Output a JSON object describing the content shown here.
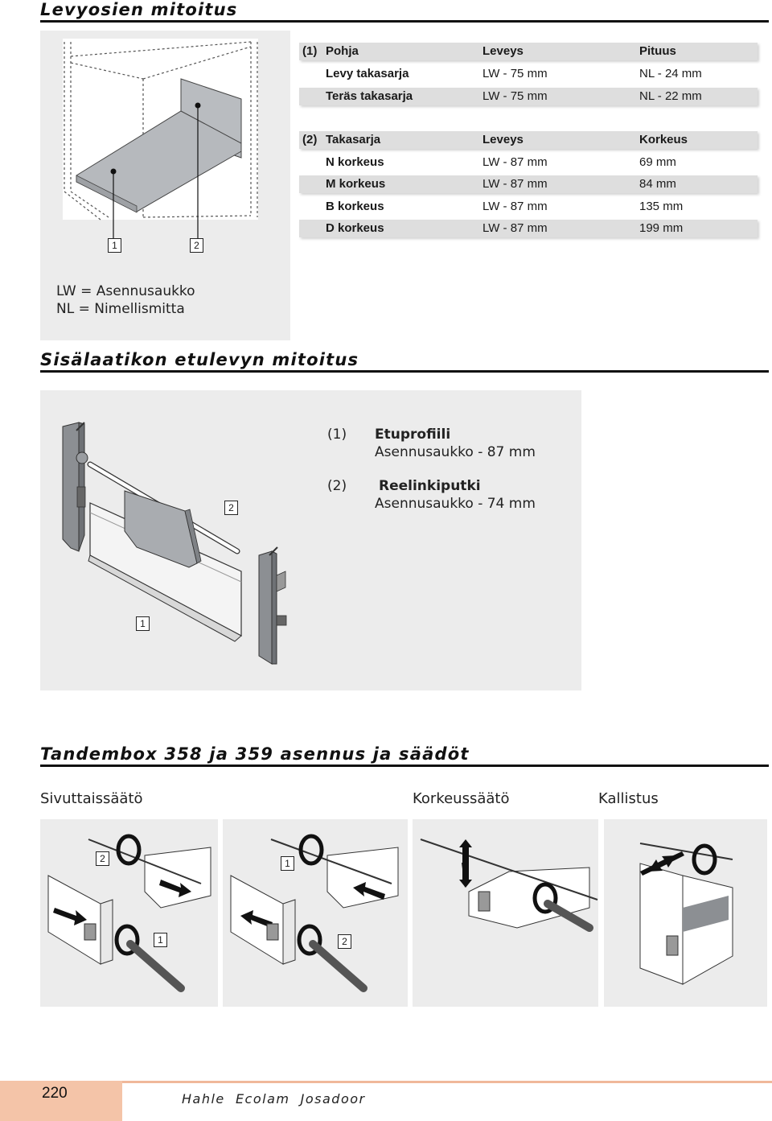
{
  "section1": {
    "title": "Levyosien mitoitus",
    "table1": {
      "header": {
        "num": "(1)",
        "label": "Pohja",
        "col2": "Leveys",
        "col3": "Pituus"
      },
      "rows": [
        {
          "label": "Levy takasarja",
          "col2": "LW - 75 mm",
          "col3": "NL - 24 mm"
        },
        {
          "label": "Teräs takasarja",
          "col2": "LW - 75 mm",
          "col3": "NL - 22 mm"
        }
      ]
    },
    "table2": {
      "header": {
        "num": "(2)",
        "label": "Takasarja",
        "col2": "Leveys",
        "col3": "Korkeus"
      },
      "rows": [
        {
          "label": "N korkeus",
          "col2": "LW - 87 mm",
          "col3": "69 mm"
        },
        {
          "label": "M korkeus",
          "col2": "LW - 87 mm",
          "col3": "84 mm"
        },
        {
          "label": "B korkeus",
          "col2": "LW - 87 mm",
          "col3": "135 mm"
        },
        {
          "label": "D korkeus",
          "col2": "LW - 87 mm",
          "col3": "199 mm"
        }
      ]
    },
    "figure_labels": [
      "1",
      "2"
    ],
    "legend": [
      "LW = Asennusaukko",
      "NL = Nimellismitta"
    ]
  },
  "section2": {
    "title": "Sisälaatikon etulevyn mitoitus",
    "figure_labels": [
      "2",
      "1"
    ],
    "items": [
      {
        "num": "(1)",
        "name": "Etuprofiili",
        "dim": "Asennusaukko - 87 mm"
      },
      {
        "num": "(2)",
        "name": "Reelinkiputki",
        "dim": "Asennusaukko - 74 mm"
      }
    ]
  },
  "section3": {
    "title": "Tandembox 358 ja 359 asennus ja säädöt",
    "subtitles": [
      "Sivuttaissäätö",
      "Korkeussäätö",
      "Kallistus"
    ],
    "panel_labels": [
      {
        "top": "2",
        "bottom": "1"
      },
      {
        "top": "1",
        "bottom": "2"
      }
    ]
  },
  "footer": {
    "page_number": "220",
    "brands": "Hahle  Ecolam  Josadoor"
  },
  "colors": {
    "panel": "#ececec",
    "row_shade": "#dedede",
    "footer_box": "#f4c4a8",
    "footer_rule": "#f0b89a"
  }
}
